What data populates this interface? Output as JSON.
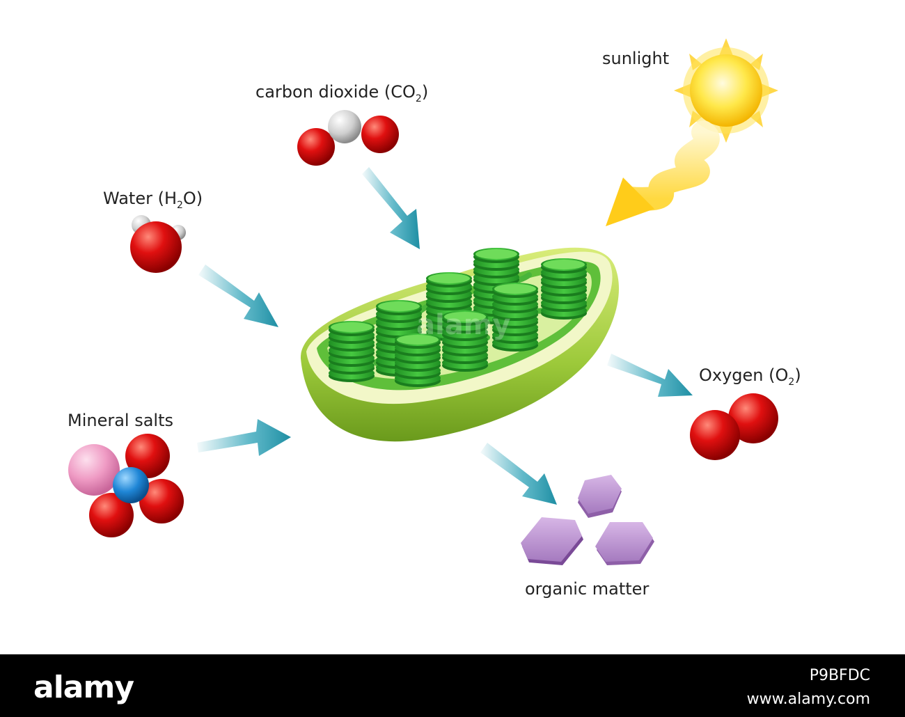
{
  "labels": {
    "sunlight": "sunlight",
    "co2": {
      "text": "carbon dioxide (CO",
      "sub": "2",
      "close": ")"
    },
    "water": {
      "text": "Water (H",
      "sub": "2",
      "close": "O)"
    },
    "minerals": "Mineral salts",
    "oxygen": {
      "text": "Oxygen (O",
      "sub": "2",
      "close": ")"
    },
    "organic": "organic matter"
  },
  "colors": {
    "arrow": "#2fa3b8",
    "oxygen_atom": "#d40f0f",
    "chloroplast": "#8cc63f",
    "granum": "#3cb83c",
    "sun": "#fde23a",
    "organic_matter": "#b487c6"
  },
  "footer": {
    "brand": "alamy",
    "image_id": "P9BFDC",
    "site": "www.alamy.com"
  }
}
